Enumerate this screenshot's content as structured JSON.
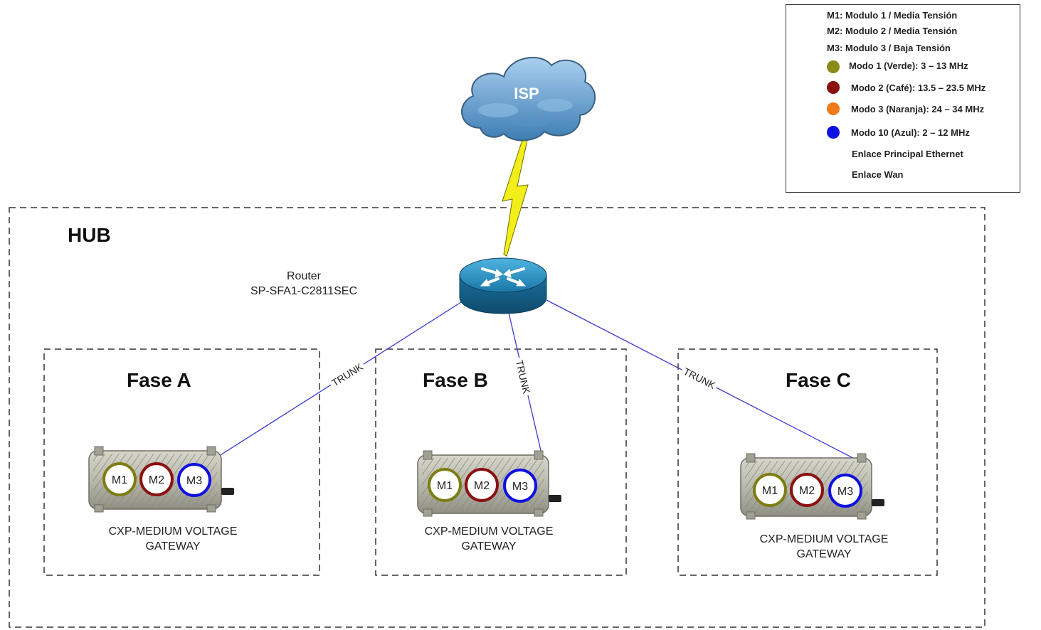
{
  "legend": {
    "modules": [
      "M1: Modulo 1  / Media Tensión",
      "M2: Modulo 2  / Media Tensión",
      "M3: Modulo 3  / Baja Tensión"
    ],
    "modes": [
      {
        "label": "Modo 1 (Verde): 3 – 13 MHz",
        "color": "#8a8a16"
      },
      {
        "label": "Modo 2 (Café): 13.5 – 23.5 MHz",
        "color": "#8b1010"
      },
      {
        "label": "Modo 3 (Naranja): 24 – 34 MHz",
        "color": "#f07a1a"
      },
      {
        "label": "Modo 10 (Azul): 2 – 12  MHz",
        "color": "#1010e0"
      }
    ],
    "ethernet_link": "Enlace Principal Ethernet",
    "wan_link": "Enlace Wan"
  },
  "cloud": {
    "label": "ISP"
  },
  "hub": {
    "label": "HUB"
  },
  "router": {
    "line1": "Router",
    "line2": "SP-SFA1-C2811SEC"
  },
  "links": {
    "trunk_label": "TRUNK"
  },
  "phases": [
    {
      "title": "Fase A",
      "device_line1": "CXP-MEDIUM VOLTAGE",
      "device_line2": "GATEWAY",
      "modules": [
        "M1",
        "M2",
        "M3"
      ]
    },
    {
      "title": "Fase B",
      "device_line1": "CXP-MEDIUM VOLTAGE",
      "device_line2": "GATEWAY",
      "modules": [
        "M1",
        "M2",
        "M3"
      ]
    },
    {
      "title": "Fase C",
      "device_line1": "CXP-MEDIUM VOLTAGE",
      "device_line2": "GATEWAY",
      "modules": [
        "M1",
        "M2",
        "M3"
      ]
    }
  ],
  "colors": {
    "module_m1": "#7d7d14",
    "module_m2": "#8b1010",
    "module_m3": "#1010e0",
    "ethernet": "#3a3ad0",
    "wan": "#f2ee1a",
    "router": "#1e86b8",
    "cloud": "#6fa8d6"
  }
}
